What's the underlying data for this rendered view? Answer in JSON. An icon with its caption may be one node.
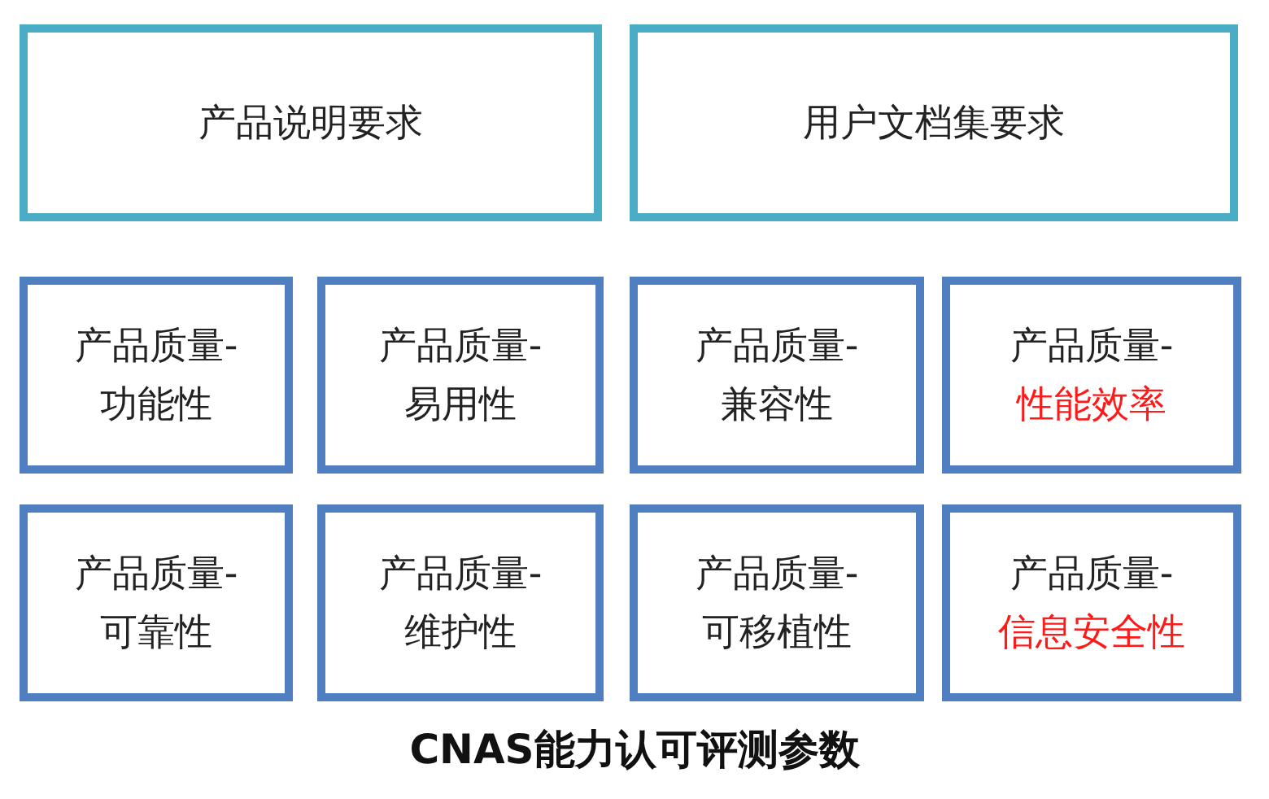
{
  "diagram": {
    "caption": "CNAS能力认可评测参数",
    "nodes": [
      {
        "text": [
          "产品说明要求"
        ]
      },
      {
        "text": [
          "用户文档集要求"
        ]
      },
      {
        "text": [
          "产品质量-",
          "功能性"
        ]
      },
      {
        "text": [
          "产品质量-",
          "易用性"
        ]
      },
      {
        "text": [
          "产品质量-",
          "兼容性"
        ]
      },
      {
        "text": [
          "产品质量-",
          "性能效率"
        ]
      },
      {
        "text": [
          "产品质量-",
          "可靠性"
        ]
      },
      {
        "text": [
          "产品质量-",
          "维护性"
        ]
      },
      {
        "text": [
          "产品质量-",
          "可移植性"
        ]
      },
      {
        "text": [
          "产品质量-",
          "信息安全性"
        ]
      }
    ]
  }
}
